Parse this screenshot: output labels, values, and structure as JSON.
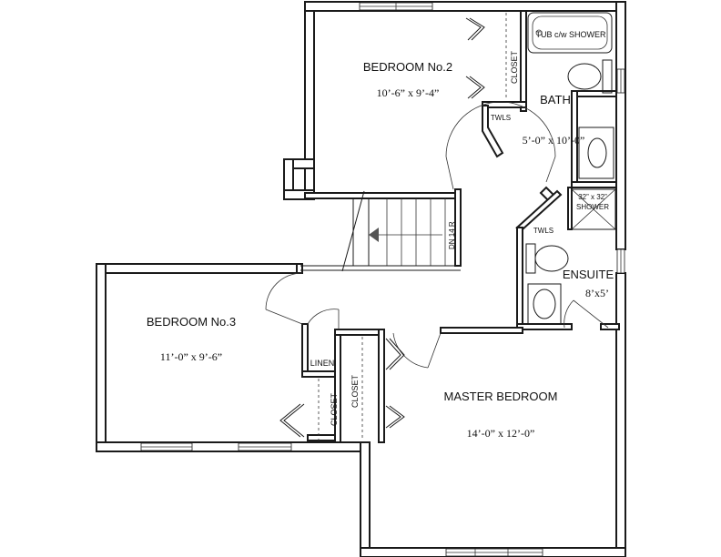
{
  "plan": {
    "rooms": {
      "bedroom2": {
        "name": "BEDROOM No.2",
        "size": "10’-6” x 9’-4”"
      },
      "bedroom3": {
        "name": "BEDROOM No.3",
        "size": "11’-0” x 9’-6”"
      },
      "master": {
        "name": "MASTER BEDROOM",
        "size": "14’-0” x 12’-0”"
      },
      "bath": {
        "name": "BATH",
        "size": "5’-0” x 10’-0”"
      },
      "ensuite": {
        "name": "ENSUITE",
        "size": "8’x5’"
      }
    },
    "labels": {
      "closet": "CLOSET",
      "twls": "TWLS",
      "linen": "LINEN",
      "tub": "TUB c/w SHOWER",
      "shower_size": "32” x 32”",
      "shower": "SHOWER",
      "stair": "DN 14 R"
    }
  }
}
